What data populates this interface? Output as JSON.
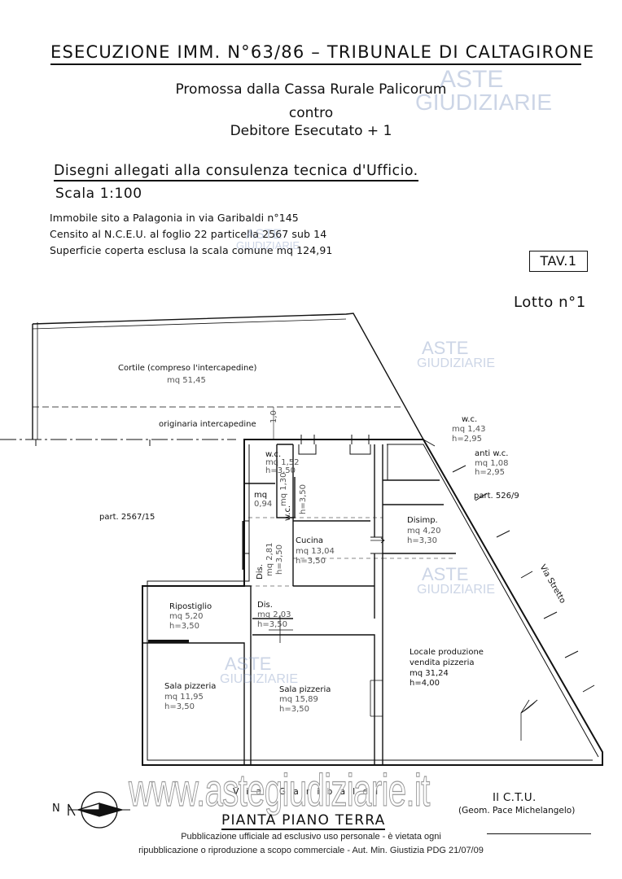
{
  "header": {
    "title": "ESECUZIONE IMM. N°63/86 – TRIBUNALE DI CALTAGIRONE",
    "promoter": "Promossa dalla Cassa Rurale Palicorum",
    "contro": "contro",
    "debtor": "Debitore Esecutato + 1",
    "drawings": "Disegni allegati alla consulenza tecnica d'Ufficio.",
    "scale": "Scala 1:100"
  },
  "property": {
    "line1": "Immobile sito a Palagonia in via Garibaldi n°145",
    "line2": "Censito al N.C.E.U. al foglio 22 particella 2567 sub 14",
    "line3": "Superficie coperta esclusa la scala comune mq 124,91"
  },
  "tav": "TAV.1",
  "lotto": "Lotto n°1",
  "plan": {
    "cortile": {
      "name": "Cortile (compreso l'intercapedine)",
      "area": "mq 51,45"
    },
    "intercapedine": "originaria intercapedine",
    "dim_1": "1,0",
    "wc_top": {
      "name": "w.c.",
      "area": "mq 1,43",
      "height": "h=2,95"
    },
    "anti_wc": {
      "name": "anti w.c.",
      "area": "mq 1,08",
      "height": "h=2,95"
    },
    "part_526": "part. 526/9",
    "part_2567": "part. 2567/15",
    "wc_left": {
      "name": "w.c.",
      "area": "mq 1,52",
      "height": "h=3,50"
    },
    "mq_small": {
      "name": "mq",
      "area": "0,94"
    },
    "wc_vert": {
      "name": "w.c.",
      "area": "mq 1,30",
      "height": "h=3,50"
    },
    "disimp": {
      "name": "Disimp.",
      "area": "mq 4,20",
      "height": "h=3,30"
    },
    "cucina": {
      "name": "Cucina",
      "area": "mq 13,04",
      "height": "h=3,50"
    },
    "dis_vert": {
      "name": "Dis.",
      "area": "mq 2,81",
      "height": "h=3,50"
    },
    "via_stretto": "Via Stretto",
    "ripostiglio": {
      "name": "Ripostiglio",
      "area": "mq 5,20",
      "height": "h=3,50"
    },
    "dis2": {
      "name": "Dis.",
      "area": "mq 2,03",
      "height": "h=3,50"
    },
    "locale": {
      "name1": "Locale produzione",
      "name2": "vendita pizzeria",
      "area": "mq 31,24",
      "height": "h=4,00"
    },
    "sala1": {
      "name": "Sala pizzeria",
      "area": "mq 11,95",
      "height": "h=3,50"
    },
    "sala2": {
      "name": "Sala pizzeria",
      "area": "mq 15,89",
      "height": "h=3,50"
    },
    "via_garibaldi": "Via Garibaldi"
  },
  "footer": {
    "north": "N",
    "ctu": "Il C.T.U.",
    "ctu_name": "(Geom. Pace Michelangelo)",
    "plan_title": "PIANTA PIANO TERRA",
    "pub1": "Pubblicazione ufficiale ad esclusivo uso personale - è vietata ogni",
    "pub2": "ripubblicazione o riproduzione a scopo commerciale - Aut. Min. Giustizia PDG 21/07/09"
  },
  "watermark": {
    "aste": "ASTE",
    "giudiziarie": "GIUDIZIARIE",
    "url": "www.astegiudiziarie.it"
  }
}
